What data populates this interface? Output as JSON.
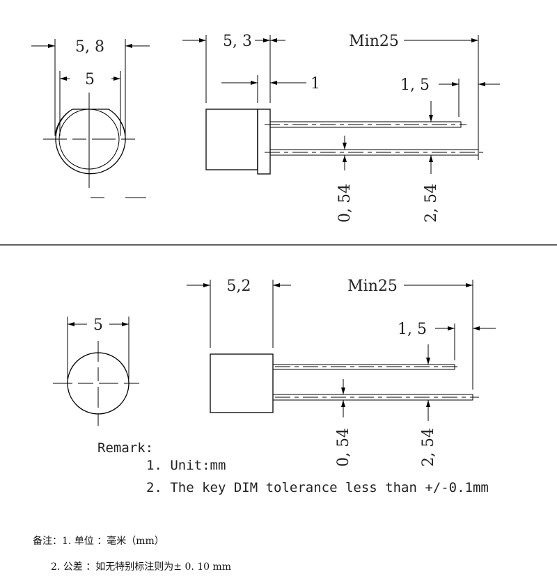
{
  "top_drawing": {
    "outer_width": "5, 8",
    "diameter": "5",
    "body_length": "5, 3",
    "lead_length": "Min25",
    "flange": "1",
    "lead_offset": "1, 5",
    "lead_dia": "0, 54",
    "lead_pitch": "2, 54"
  },
  "bottom_drawing": {
    "diameter": "5",
    "body_length": "5,2",
    "lead_length": "Min25",
    "lead_offset": "1, 5",
    "lead_dia": "0, 54",
    "lead_pitch": "2, 54"
  },
  "remark": {
    "title": "Remark:",
    "items": [
      "1. Unit:mm",
      "2. The key DIM tolerance less than +/-0.1mm"
    ]
  },
  "notes_cn": {
    "line1": "备注：1. 单位 ：毫米（mm）",
    "line2": "2. 公差 ：如无特别标注则为± 0. 10 mm"
  }
}
